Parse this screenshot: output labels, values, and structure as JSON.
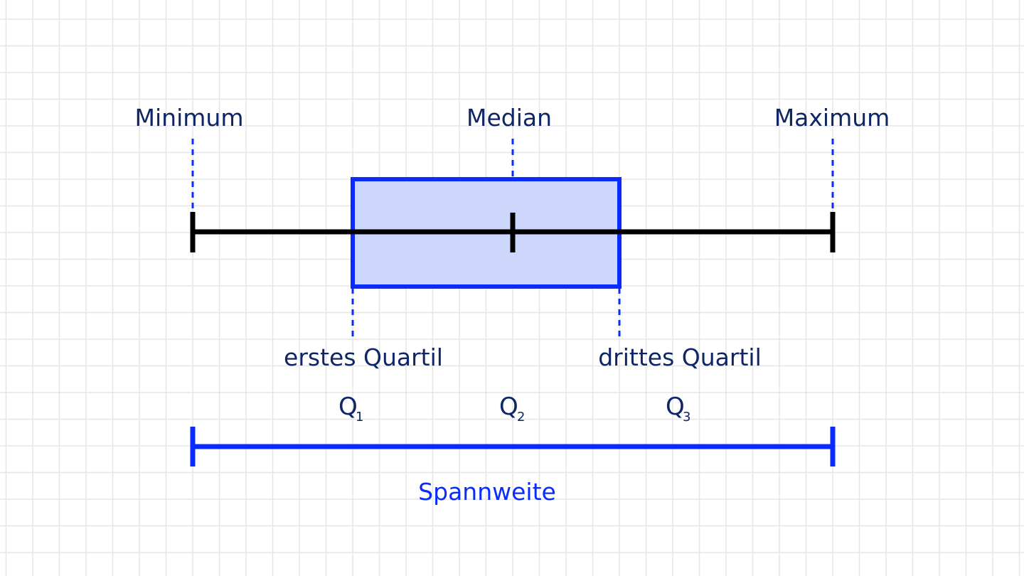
{
  "colors": {
    "background": "#ffffff",
    "grid": "#e6e6e6",
    "whisker": "#000000",
    "box_stroke": "#0a2bff",
    "box_fill": "#ccd7fb",
    "guide": "#0a2bff",
    "label_text": "#0f2666",
    "range_text": "#0a2bff"
  },
  "labels": {
    "minimum": "Minimum",
    "median": "Median",
    "maximum": "Maximum",
    "first_quartile": "erstes Quartil",
    "third_quartile": "drittes Quartil",
    "range": "Spannweite"
  },
  "quartile_markers": [
    {
      "letter": "Q",
      "index": "1"
    },
    {
      "letter": "Q",
      "index": "2"
    },
    {
      "letter": "Q",
      "index": "3"
    }
  ],
  "boxplot": {
    "min": 0,
    "q1": 6,
    "median": 12,
    "q3": 16,
    "max": 24
  }
}
